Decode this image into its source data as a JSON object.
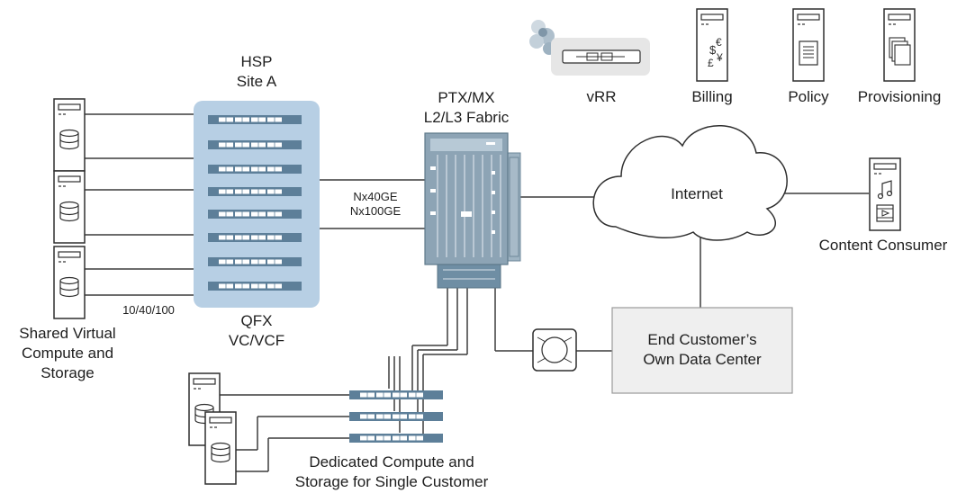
{
  "labels": {
    "hsp_site": [
      "HSP",
      "Site A"
    ],
    "fabric": [
      "PTX/MX",
      "L2/L3 Fabric"
    ],
    "vrr": "vRR",
    "billing": "Billing",
    "policy": "Policy",
    "provisioning": "Provisioning",
    "internet": "Internet",
    "content_consumer": "Content Consumer",
    "link_speeds": [
      "Nx40GE",
      "Nx100GE"
    ],
    "server_speed": "10/40/100",
    "qfx": [
      "QFX",
      "VC/VCF"
    ],
    "shared_storage": [
      "Shared Virtual",
      "Compute and",
      "Storage"
    ],
    "end_customer": [
      "End Customer’s",
      "Own Data Center"
    ],
    "dedicated": [
      "Dedicated Compute and",
      "Storage for Single Customer"
    ]
  },
  "billing_symbols": [
    "$",
    "€",
    "£",
    "¥"
  ],
  "icons": [
    "server-tower-icon",
    "database-icon",
    "switch-icon",
    "router-chassis-icon",
    "cloud-icon",
    "music-note-icon",
    "video-play-icon",
    "document-icon",
    "documents-stack-icon",
    "firewall-icon",
    "virtual-router-icon"
  ],
  "colors": {
    "line": "#3c3c3c",
    "qfx_panel": "#b7cfe4",
    "switch": "#5d7f99",
    "chassis": "#8da4b5",
    "device_gray": "#e6e6e6",
    "datacenter_fill": "#efefef"
  }
}
